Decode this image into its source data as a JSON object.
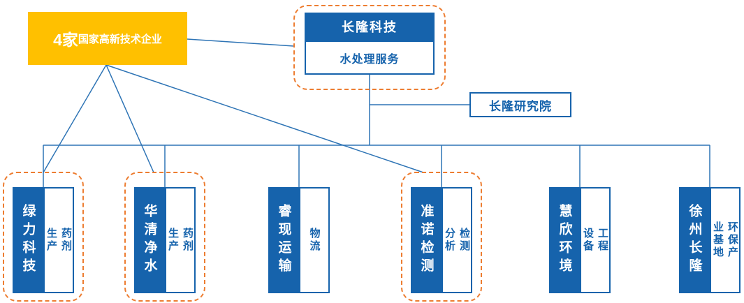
{
  "title_box": {
    "prefix": "4家",
    "suffix": "国家高新技术企业"
  },
  "parent": {
    "name": "长隆科技",
    "service": "水处理服务"
  },
  "research": {
    "name": "长隆研究院"
  },
  "units": [
    {
      "name": "绿力科技",
      "tag": "药剂\n生产",
      "highlight": true
    },
    {
      "name": "华清净水",
      "tag": "药剂\n生产",
      "highlight": true
    },
    {
      "name": "睿现运输",
      "tag": "物流",
      "highlight": false
    },
    {
      "name": "准诺检测",
      "tag": "检测\n分析",
      "highlight": true
    },
    {
      "name": "慧欣环境",
      "tag": "工程\n设备",
      "highlight": false
    },
    {
      "name": "徐州长隆",
      "tag": "环保产\n业基地",
      "highlight": false
    }
  ],
  "colors": {
    "gold": "#FFC000",
    "blue": "#1663AC",
    "orange": "#ED7D31",
    "line": "#2E74B5"
  }
}
